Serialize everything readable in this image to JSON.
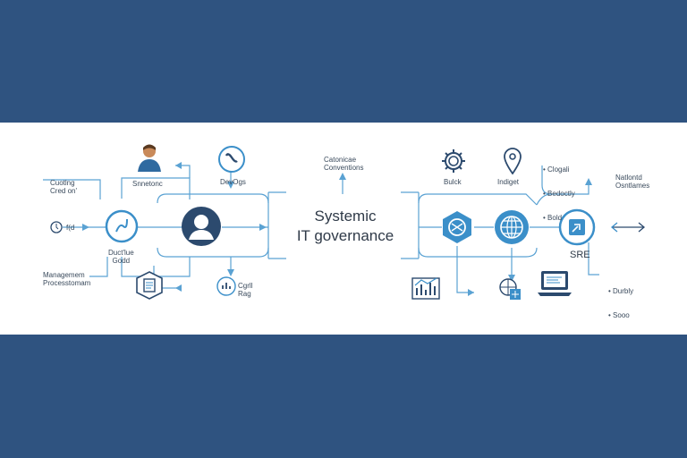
{
  "colors": {
    "band": "#2f5380",
    "accent": "#3b8fc9",
    "navy": "#2c4a6e",
    "line": "#5aa2d3",
    "text": "#3a4a5c"
  },
  "labels": {
    "top_left_note": "Cuotlng\nCred on'",
    "left_mid": "f(d",
    "bottom_left_note": "Managemem\nProcesstomam",
    "node1_label": "Duct'lue\nGodd",
    "person_label": "Snnetonc",
    "devops_label": "DevOgs",
    "chart_label": "Cgrll\nRag",
    "top_center_note": "Catonicae\nConventions",
    "bulk_label": "Bulck",
    "impact_label": "Indiget",
    "top_right_list": [
      "Clogali",
      "Bedoctly",
      "Bold"
    ],
    "right_note": "Natlontd\nOsntlames",
    "sre_label": "SRE",
    "bottom_right_list": [
      "Durbly",
      "Sooo"
    ]
  },
  "center": {
    "line1": "Systemic",
    "line2": "IT governance"
  },
  "icons": [
    "person-icon",
    "chat-icon",
    "avatar-icon",
    "dna-icon",
    "clock-icon",
    "checklist-icon",
    "chart-doc-icon",
    "gear-icon",
    "location-pin-icon",
    "network-icon",
    "globe-icon",
    "panel-icon",
    "bar-chart-icon",
    "globe-grid-icon",
    "laptop-icon",
    "double-arrow-icon"
  ]
}
